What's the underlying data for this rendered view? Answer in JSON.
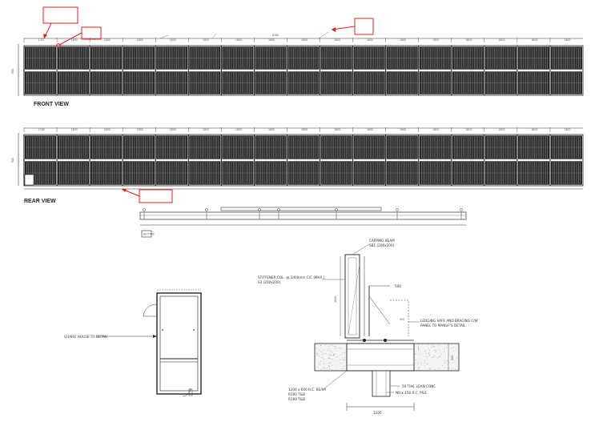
{
  "views": {
    "front": {
      "title": "FRONT VIEW",
      "panel_count": 17,
      "rows": 2,
      "overall_dim": "d180",
      "height_dim": "900",
      "bay_labels": [
        "1.90",
        "1800",
        "1800",
        "1800",
        "1800",
        "1800",
        "1800",
        "1800",
        "1800",
        "1800",
        "1800",
        "1800",
        "1800",
        "1800",
        "1800",
        "1800",
        "1800"
      ]
    },
    "rear": {
      "title": "REAR VIEW",
      "panel_count": 17,
      "rows": 2,
      "height_dim": "900",
      "bay_labels": [
        "1780",
        "1800",
        "1800",
        "1800",
        "1800",
        "1800",
        "1800",
        "1800",
        "1800",
        "1800",
        "1800",
        "1800",
        "1800",
        "1800",
        "1800",
        "1800",
        "1800"
      ]
    }
  },
  "notes": {
    "column_label_1": "CAPPING BEAM",
    "column_label_2": "SB1 (200x200)",
    "stiffener_label_1": "STIFFENER COL. @ 2400mm C/C (MAX.)",
    "stiffener_label_2": "S2 (200x200)",
    "dim_500": "500",
    "dim_1000": "1000",
    "dim_500b": "500",
    "ground_dim": "600",
    "base_dim": "1200",
    "footing_1": "1200 x 600 R.C. BEAM",
    "footing_2": "R100 T&B",
    "footing_3": "R100 T&B",
    "pile_label": "NR x 150 R.C. PILE",
    "concrete_label": "50 THK. LEAN CONC",
    "bracing_1": "LEDGING SAFE AND BRACING C/W",
    "bracing_2": "PANEL TO MANUF'S DETAIL",
    "guard_house": "GUARD HOUSE TO DETAIL",
    "section_tag": "SECTION"
  },
  "colors": {
    "annotation": "#e0201a",
    "ink": "#111111"
  }
}
